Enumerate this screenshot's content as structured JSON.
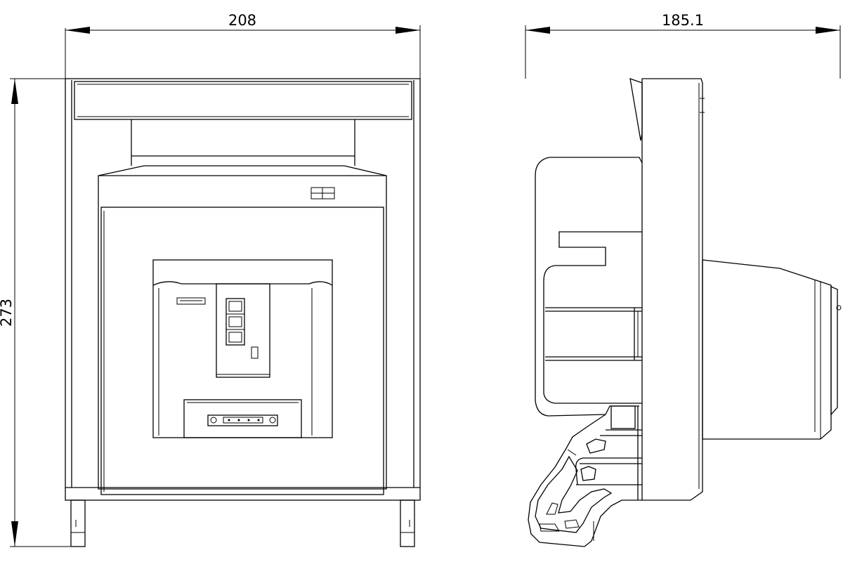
{
  "dimensions": {
    "front_width": "208",
    "side_width": "185.1",
    "height": "273"
  }
}
